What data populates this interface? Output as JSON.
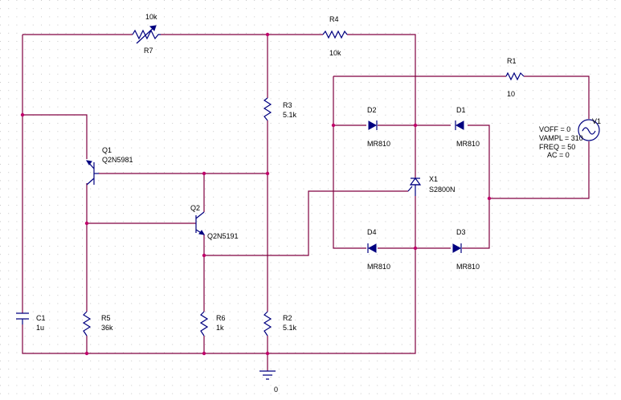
{
  "colors": {
    "wire": "#800040",
    "component": "#000080",
    "junction": "#c0006a",
    "grid": "#c8c8c8",
    "text": "#000000"
  },
  "components": {
    "R7": {
      "ref": "R7",
      "value": "10k"
    },
    "R4": {
      "ref": "R4",
      "value": "10k"
    },
    "R1": {
      "ref": "R1",
      "value": "10"
    },
    "R3": {
      "ref": "R3",
      "value": "5.1k"
    },
    "R2": {
      "ref": "R2",
      "value": "5.1k"
    },
    "R5": {
      "ref": "R5",
      "value": "36k"
    },
    "R6": {
      "ref": "R6",
      "value": "1k"
    },
    "C1": {
      "ref": "C1",
      "value": "1u"
    },
    "Q1": {
      "ref": "Q1",
      "value": "Q2N5981"
    },
    "Q2": {
      "ref": "Q2",
      "value": "Q2N5191"
    },
    "D1": {
      "ref": "D1",
      "value": "MR810"
    },
    "D2": {
      "ref": "D2",
      "value": "MR810"
    },
    "D3": {
      "ref": "D3",
      "value": "MR810"
    },
    "D4": {
      "ref": "D4",
      "value": "MR810"
    },
    "X1": {
      "ref": "X1",
      "value": "S2800N"
    },
    "V1": {
      "ref": "V1",
      "params": [
        "VOFF = 0",
        "VAMPL = 310",
        "FREQ = 50",
        "AC = 0"
      ]
    }
  },
  "ground": {
    "label": "0"
  }
}
